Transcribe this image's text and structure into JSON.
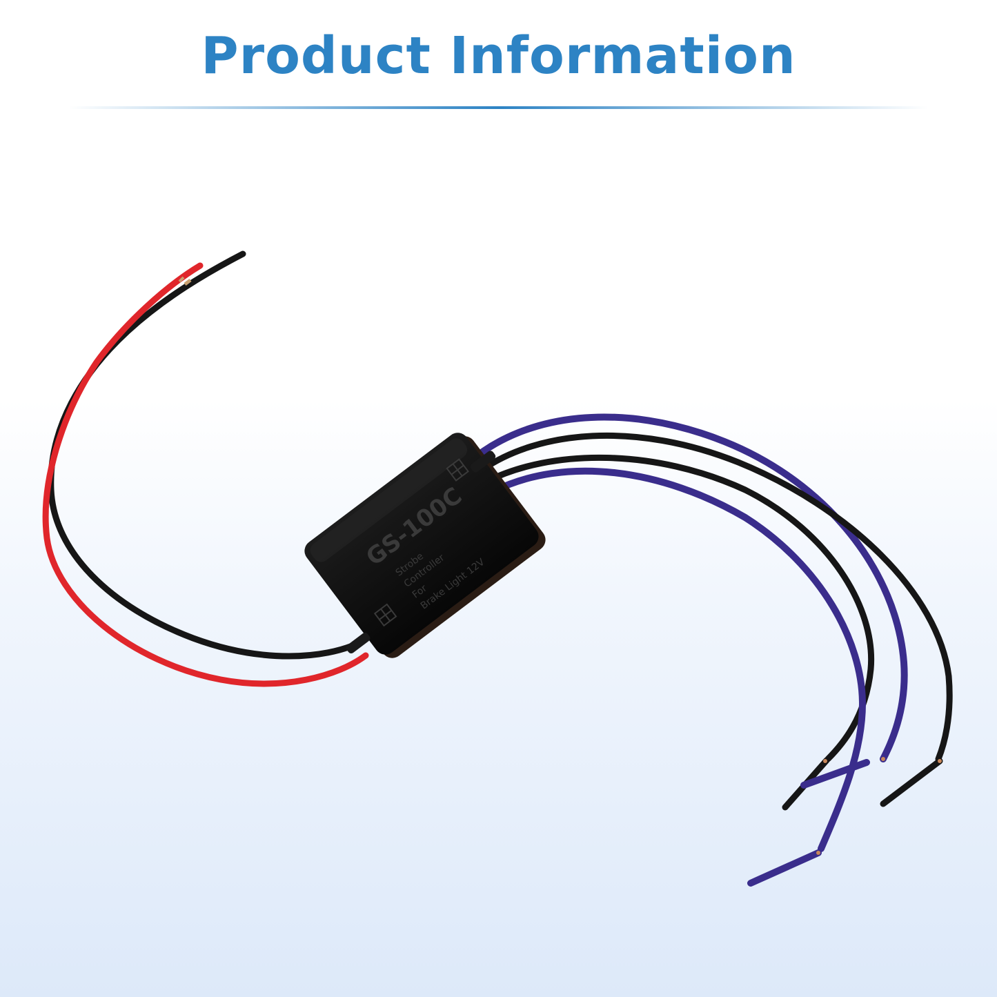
{
  "header": {
    "title": "Product Information",
    "accent_color": "#2d83c4"
  },
  "product": {
    "model_label": "GS-100C",
    "label_lines": [
      "Strobe",
      "Controller",
      "For",
      "Brake Light 12V"
    ],
    "wire_colors": {
      "red": "#e0262b",
      "black": "#161616",
      "blue": "#3a2d8c"
    }
  }
}
